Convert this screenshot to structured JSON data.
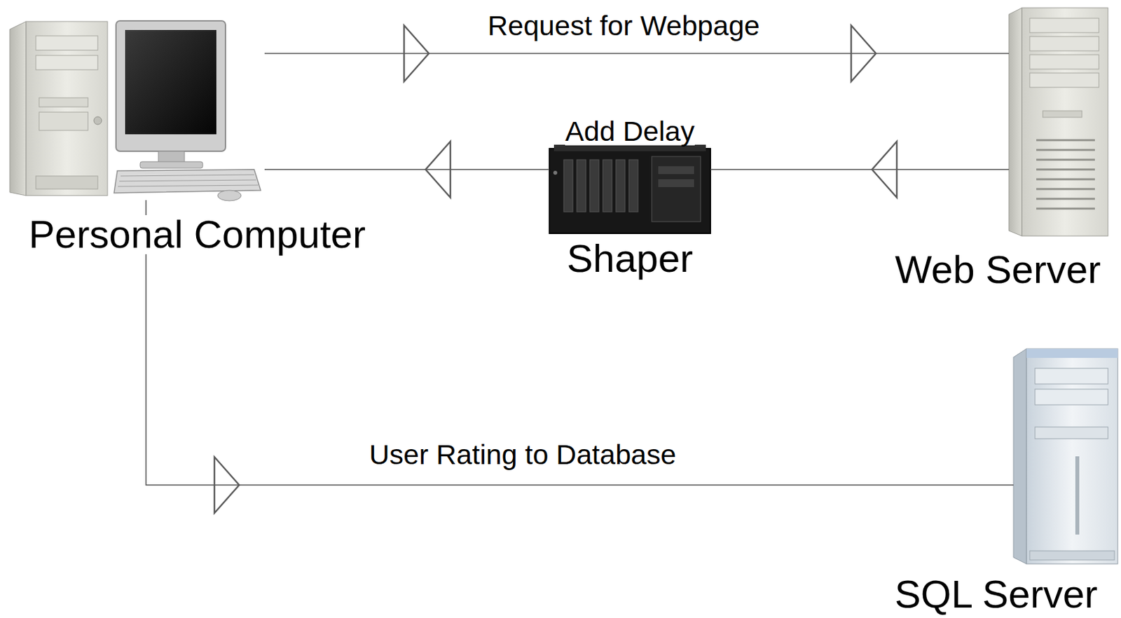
{
  "diagram": {
    "nodes": [
      {
        "text": [
          "Personal Computer"
        ]
      },
      {
        "text": [
          "Add Delay",
          "Shaper"
        ]
      },
      {
        "text": [
          "Web Server"
        ]
      },
      {
        "text": [
          "SQL Server"
        ]
      }
    ],
    "edges": [
      {
        "from": 0,
        "to": 2,
        "arrow": "to",
        "label": "Request for Webpage"
      },
      {
        "from": 2,
        "to": 1,
        "arrow": "to"
      },
      {
        "from": 1,
        "to": 0,
        "arrow": "to"
      },
      {
        "from": 0,
        "to": 3,
        "arrow": "to",
        "label": "User Rating to Database"
      }
    ]
  }
}
